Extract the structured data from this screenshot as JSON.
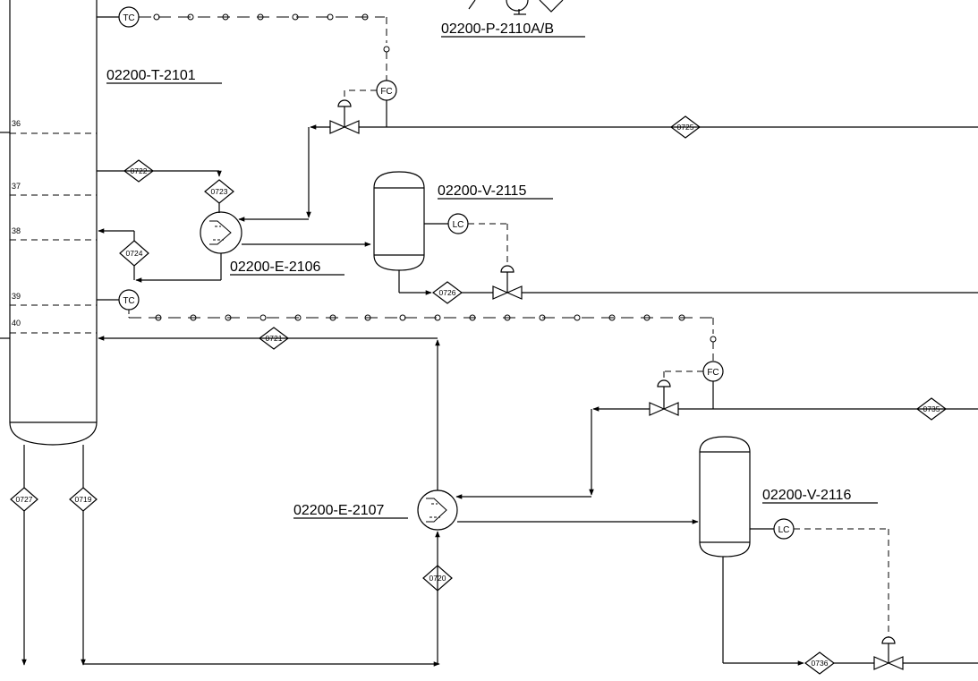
{
  "equipment": {
    "pump": "02200-P-2110A/B",
    "tower": "02200-T-2101",
    "drum_top": "02200-V-2115",
    "exchanger_top": "02200-E-2106",
    "exchanger_bottom": "02200-E-2107",
    "drum_bottom": "02200-V-2116"
  },
  "trays": [
    "36",
    "37",
    "38",
    "39",
    "40"
  ],
  "streams": {
    "s0722": "0722",
    "s0723": "0723",
    "s0724": "0724",
    "s0725": "0725",
    "s0726": "0726",
    "s0721": "0721",
    "s0735": "0735",
    "s0727": "0727",
    "s0719": "0719",
    "s0720": "0720",
    "s0736": "0736"
  },
  "instruments": {
    "tc_top": "TC",
    "fc_top": "FC",
    "lc_top": "LC",
    "tc_mid": "TC",
    "fc_bottom": "FC",
    "lc_bottom": "LC"
  }
}
